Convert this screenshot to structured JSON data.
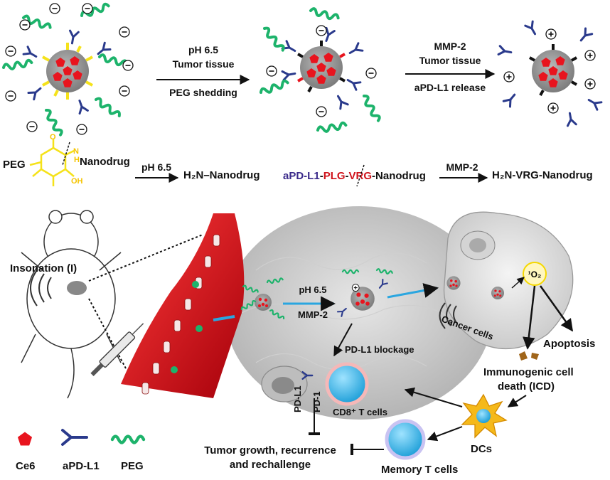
{
  "top_row": {
    "step1": {
      "line1": "pH 6.5",
      "line2": "Tumor tissue",
      "line3": "PEG shedding"
    },
    "step2": {
      "line1": "MMP-2",
      "line2": "Tumor tissue",
      "line3": "aPD-L1 release"
    }
  },
  "chem_row": {
    "peg": "PEG",
    "nanodrug": "Nanodrug",
    "nh": "N",
    "h": "H",
    "oh": "OH",
    "o": "O",
    "ph": "pH 6.5",
    "h2n_nanodrug": "H₂N–Nanodrug",
    "apd_part": "aPD-L1",
    "dash1": "-",
    "plg_part": "PLG",
    "dash2": "-",
    "vrg_part": "VRG",
    "nano_part": "-Nanodrug",
    "mmp": "MMP-2",
    "product": "H₂N-VRG-Nanodrug"
  },
  "mechanism": {
    "insonation": "Insonation (I)",
    "ph": "pH 6.5",
    "mmp": "MMP-2",
    "blockage": "PD-L1 blockage",
    "pdl1": "PD-L1",
    "pd1": "PD-1",
    "cd8": "CD8⁺ T cells",
    "cancer": "Cancer cells",
    "singlet": "¹O₂",
    "apoptosis": "Apoptosis",
    "icd1": "Immunogenic cell",
    "icd2": "death (ICD)",
    "dcs": "DCs",
    "memory": "Memory T cells",
    "tumor1": "Tumor growth, recurrence",
    "tumor2": "and rechallenge"
  },
  "legend": {
    "ce6": "Ce6",
    "apdl1": "aPD-L1",
    "peg": "PEG"
  },
  "colors": {
    "peg_green": "#1db36b",
    "ce6_red": "#e8141e",
    "antibody_blue": "#2a3a8c",
    "vessel_red": "#c8101a",
    "linker_yellow": "#f5e21a",
    "purple_text": "#3a2a8a",
    "red_text": "#d0131b"
  },
  "icons": [
    "nanoparticle-icon",
    "antibody-icon",
    "ce6-pentagon-icon",
    "peg-chain-icon",
    "mouse-icon",
    "syringe-icon",
    "dendritic-cell-icon",
    "t-cell-icon",
    "blood-vessel-icon"
  ]
}
